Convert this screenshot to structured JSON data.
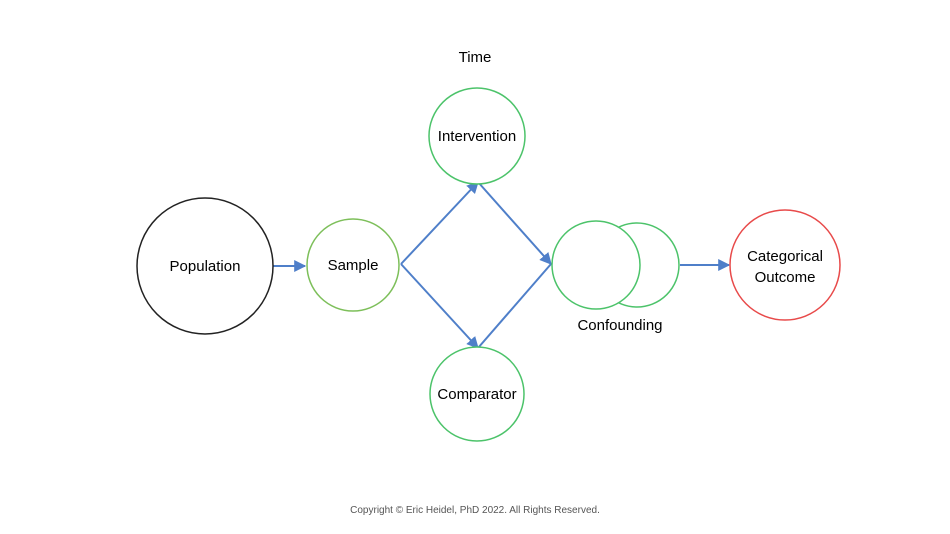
{
  "diagram": {
    "time_label": "Time",
    "population_label": "Population",
    "sample_label": "Sample",
    "intervention_label": "Intervention",
    "comparator_label": "Comparator",
    "confounding_label": "Confounding",
    "outcome_line1": "Categorical",
    "outcome_line2": "Outcome",
    "copyright": "Copyright © Eric Heidel, PhD 2022. All Rights Reserved."
  },
  "colors": {
    "population": "#222222",
    "green": "#4cc36a",
    "sample_green": "#7dbf5a",
    "outcome_red": "#e84a4a",
    "arrow_blue": "#4f7fc9"
  }
}
